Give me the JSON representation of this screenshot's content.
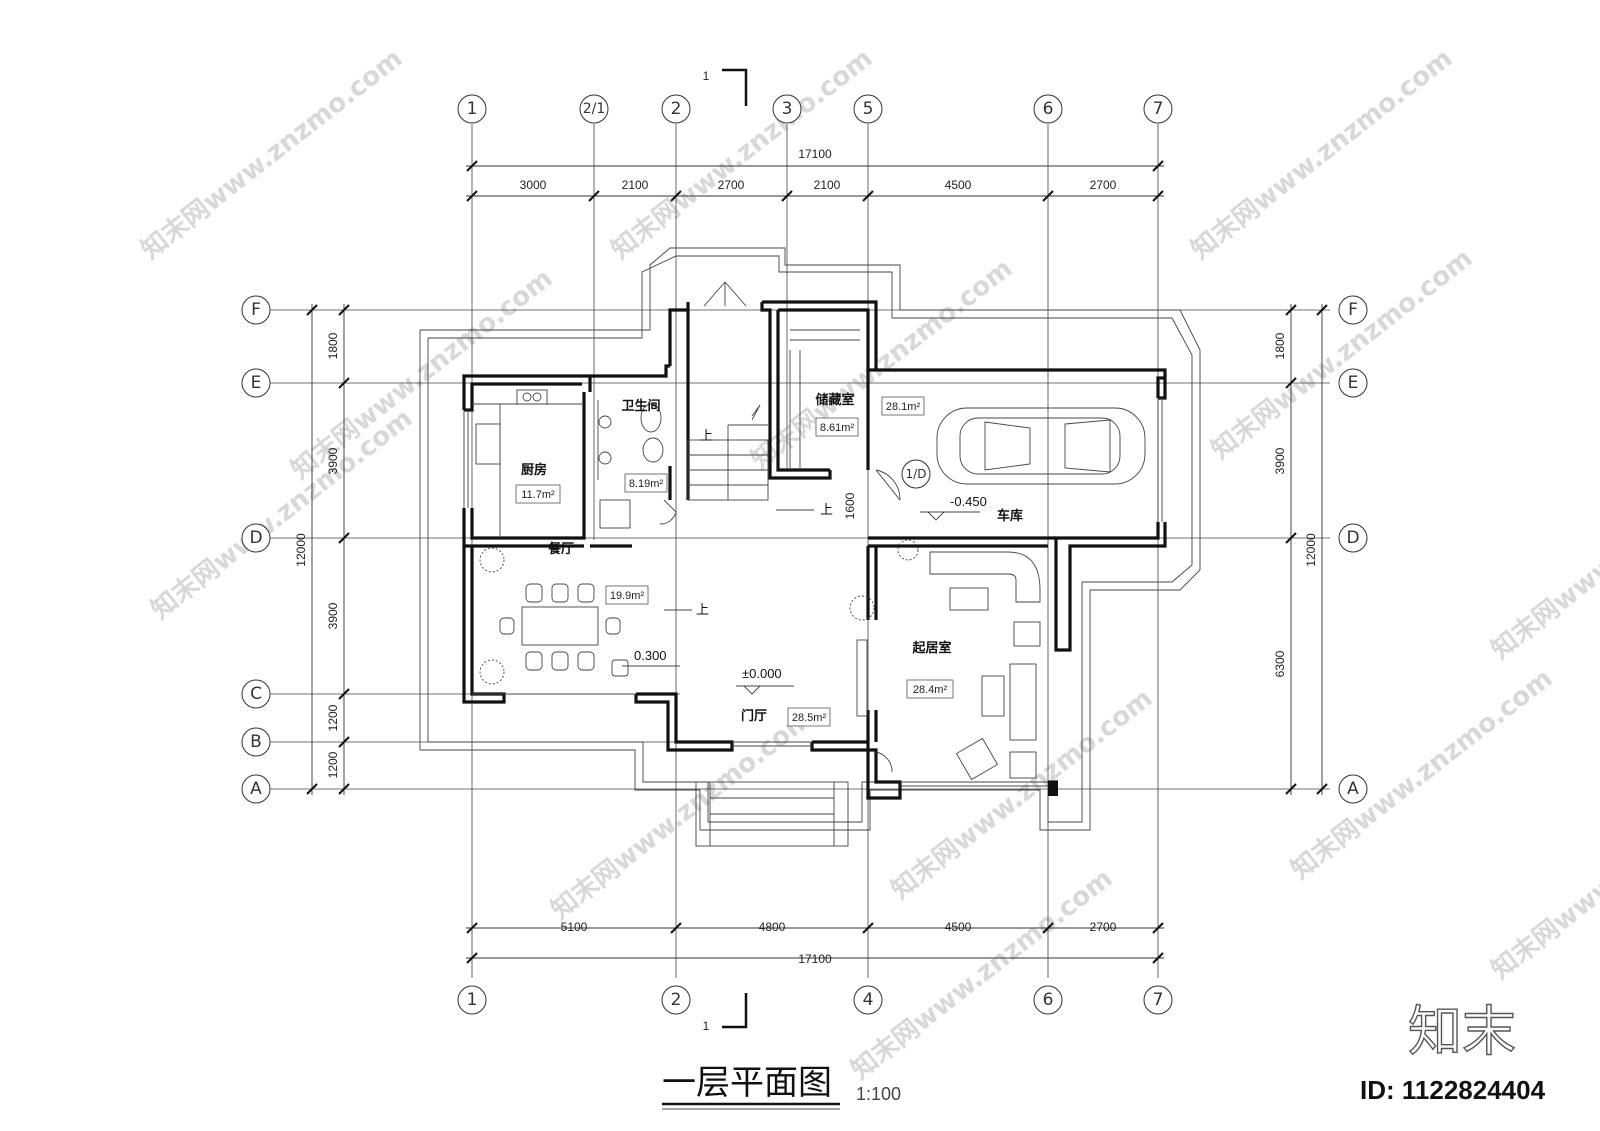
{
  "drawing": {
    "title": "一层平面图",
    "scale": "1:100",
    "section_mark": "1",
    "logo": "知末",
    "id_label": "ID: 1122824404",
    "watermark": "知末网www.znzmo.com"
  },
  "axes": {
    "top": [
      "1",
      "2/1",
      "2",
      "3",
      "5",
      "6",
      "7"
    ],
    "bottom": [
      "1",
      "2",
      "4",
      "6",
      "7"
    ],
    "left": [
      "F",
      "E",
      "D",
      "C",
      "B",
      "A"
    ],
    "right": [
      "F",
      "E",
      "D",
      "A"
    ]
  },
  "dimensions": {
    "top_total": "17100",
    "top_segments": [
      "3000",
      "2100",
      "2700",
      "2100",
      "4500",
      "2700"
    ],
    "bottom_segments": [
      "5100",
      "4800",
      "4500",
      "2700"
    ],
    "bottom_total": "17100",
    "left_segments": [
      "1800",
      "3900",
      "3900",
      "1200",
      "1200"
    ],
    "left_total": "12000",
    "right_segments": [
      "1800",
      "3900",
      "6300"
    ],
    "right_total": "12000",
    "stair_dim": "1600"
  },
  "rooms": [
    {
      "name": "厨房",
      "area": "11.7m²"
    },
    {
      "name": "卫生间",
      "area": "8.19m²"
    },
    {
      "name": "储藏室",
      "area": "8.61m²"
    },
    {
      "name": "车库",
      "area": "28.1m²"
    },
    {
      "name": "餐厅",
      "area": "19.9m²"
    },
    {
      "name": "门厅",
      "area": "28.5m²"
    },
    {
      "name": "起居室",
      "area": "28.4m²"
    }
  ],
  "levels": {
    "garage": "-0.450",
    "dining": "0.300",
    "hall": "±0.000"
  },
  "labels": {
    "up": "上",
    "detail_ref": "1/D"
  }
}
